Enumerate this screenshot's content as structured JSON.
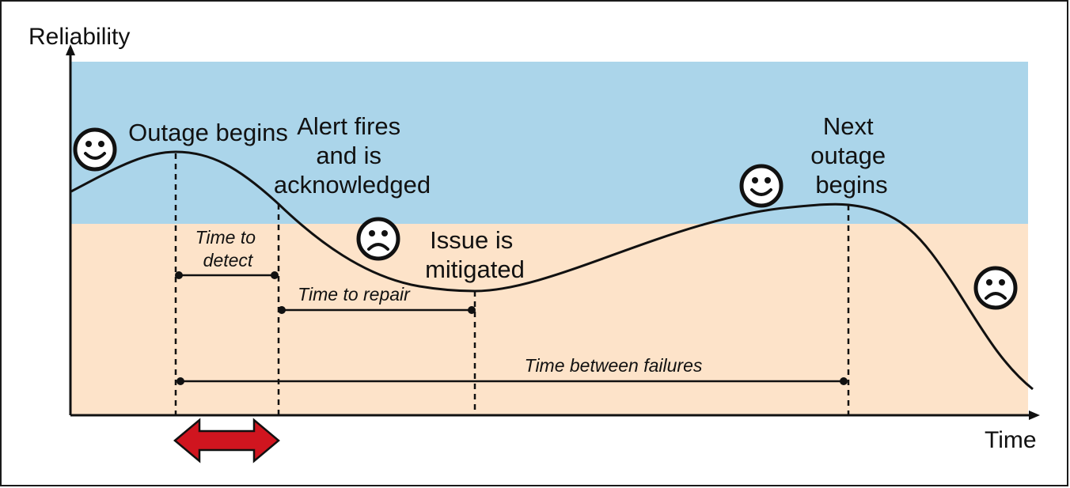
{
  "axes": {
    "y_label": "Reliability",
    "x_label": "Time"
  },
  "events": {
    "outage_begins": "Outage begins",
    "alert_fires": [
      "Alert fires",
      "and is",
      "acknowledged"
    ],
    "issue_mitigated": [
      "Issue is",
      "mitigated"
    ],
    "next_outage": [
      "Next",
      "outage",
      "begins"
    ]
  },
  "intervals": {
    "time_to_detect": [
      "Time to",
      "detect"
    ],
    "time_to_repair": "Time to repair",
    "time_between_failures": "Time between failures"
  },
  "faces": [
    "happy",
    "sad",
    "happy",
    "sad"
  ],
  "colors": {
    "upper_band": "#abd5ea",
    "lower_band": "#fde3c9",
    "curve": "#111111",
    "arrow_fill": "#d0151f",
    "arrow_stroke": "#111111",
    "frame": "#1a1a1a"
  }
}
